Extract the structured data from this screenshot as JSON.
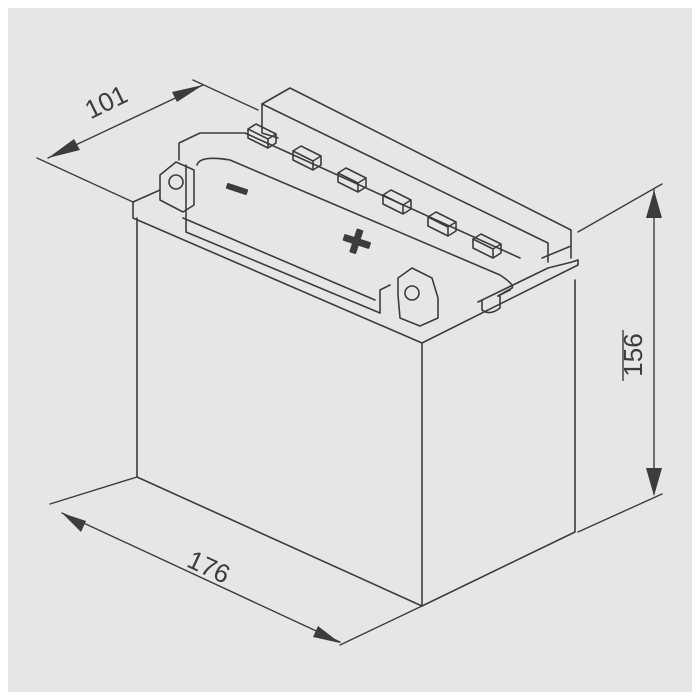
{
  "dimensions": {
    "length": "176",
    "width": "101",
    "height": "156"
  },
  "terminals": {
    "negative_symbol": "−",
    "positive_symbol": "+"
  },
  "vent_caps_count": 6,
  "colors": {
    "background": "#e6e6e7",
    "stroke": "#3c3c3c",
    "text": "#3c3c3c"
  }
}
